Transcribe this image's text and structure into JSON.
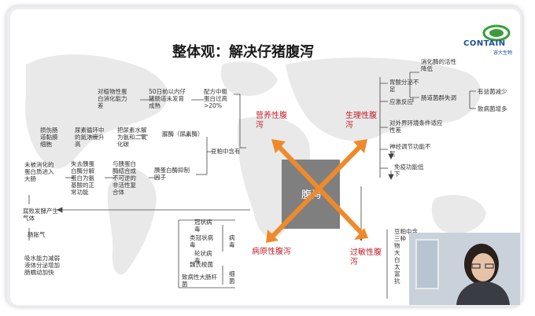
{
  "title": "整体观：解决仔猪腹泻",
  "logo": {
    "word": "CONTAIN",
    "sub": "容大生物"
  },
  "center": "腹泻",
  "categories": {
    "nutritional": "营养性腹\n泻",
    "physiological": "生理性腹\n泻",
    "pathogenic": "病原性腹泻",
    "allergic": "过敏性腹\n泻"
  },
  "left_top": {
    "formula": "配方中粗\n蛋白过高\n>20%",
    "days50": "50日前以内仔\n猪肠道未发育\n成熟",
    "animal": "对植物性蛋\n白消化能力\n差",
    "urease": "脲酶（尿素酶）",
    "urea": "把尿素水解\n为氨和二氧\n化碳",
    "urea_cycle": "尿素循环中\n的氮浓度升\n高",
    "damage": "损伤肠\n道黏膜\n细胞",
    "soybean": "豆粕中含有",
    "trypsin": "胰蛋白酶抑制\n因子",
    "combine": "与胰蛋白\n酶结合成\n不可逆的\n非活性复\n合体",
    "lose": "失去胰蛋\n白酶分解\n蛋白为氨\n基酸的正\n常功能",
    "undigested": "未被消化的\n蛋白质进入\n大肠",
    "putrefy": "腐败发酵产生\n气体",
    "bloat": "肠胀气",
    "absorb": "吸水能力减弱\n液体分泌增加\n肠蠕动加快"
  },
  "right_top": {
    "gastric": "胃酸分泌不\n足",
    "stress": "应激反应",
    "env": "对外界环境条件适应\n性差",
    "nerve": "神经调节功能不\n足",
    "immune": "免疫功能低\n下",
    "enzyme": "消化酶的活性\n降低",
    "flora": "肠道菌群失调",
    "beneficial": "有益菌减少",
    "pathogen": "致病菌增多"
  },
  "pathogen_box": {
    "virus_group": "病\n毒",
    "virus1": "冠状病\n毒",
    "virus2": "类冠状病\n毒",
    "virus3": "轮状病\n毒",
    "bacteria_group": "细\n菌",
    "bact1": "魏氏梭菌",
    "bact2": "致病性大肠杆\n菌"
  },
  "allergy_partial": "豆粕中含\n三种\n物\n大\n白\n太\n富\n抗"
}
